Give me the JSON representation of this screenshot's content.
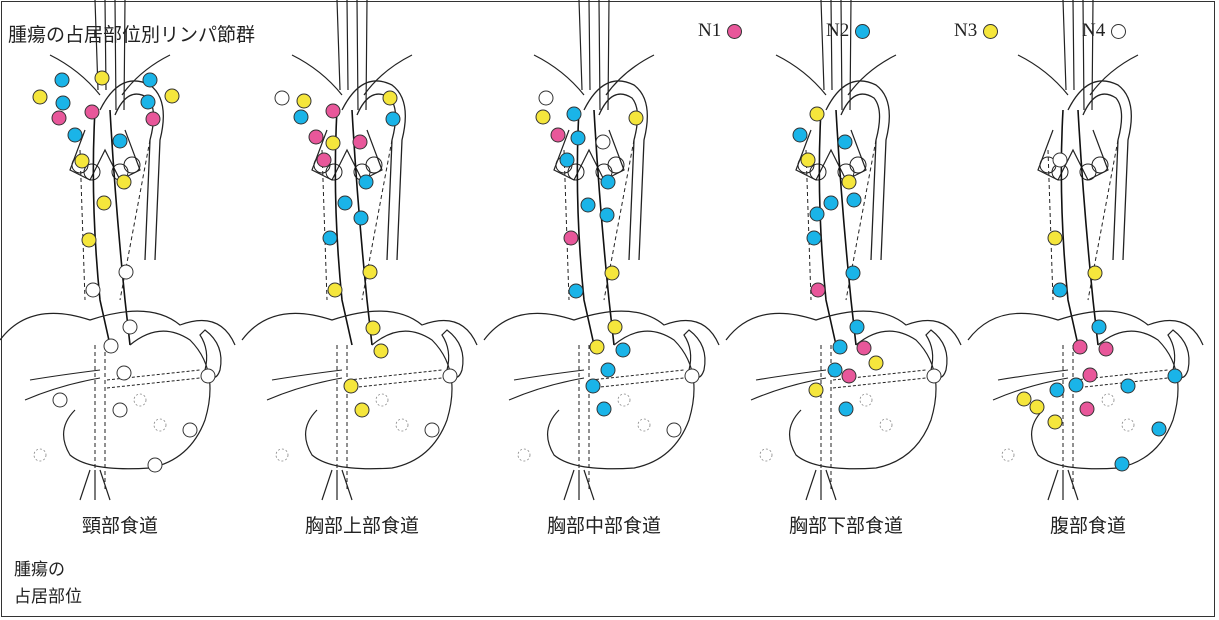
{
  "title": "腫瘍の占居部位別リンパ節群",
  "legend": [
    {
      "label": "N1",
      "color": "#e8579a"
    },
    {
      "label": "N2",
      "color": "#1ab4e8"
    },
    {
      "label": "N3",
      "color": "#f5e63c"
    },
    {
      "label": "N4",
      "color": "#ffffff"
    }
  ],
  "panels": [
    {
      "label": "頸部食道"
    },
    {
      "label": "胸部上部食道"
    },
    {
      "label": "胸部中部食道"
    },
    {
      "label": "胸部下部食道"
    },
    {
      "label": "腹部食道"
    }
  ],
  "side_label_1": "腫瘍の",
  "side_label_2": "占居部位"
}
